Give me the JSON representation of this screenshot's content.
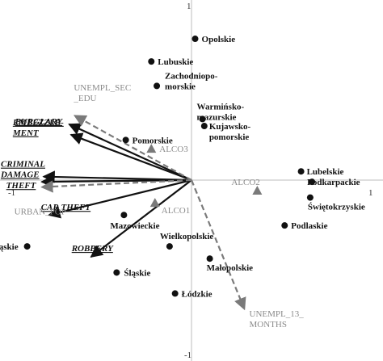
{
  "chart_data": {
    "type": "scatter",
    "title": "",
    "xlabel": "",
    "ylabel": "",
    "xlim": [
      -1,
      1
    ],
    "ylim": [
      -1,
      1
    ],
    "ticks": {
      "x_neg": "-1",
      "x_pos": "1",
      "y_pos": "1",
      "y_neg": "-1"
    },
    "colors": {
      "points": "#111111",
      "vectors": "#111111",
      "gray": "#7a7a7a"
    },
    "points": [
      {
        "label": "Opolskie",
        "x": 0.02,
        "y": 0.81
      },
      {
        "label": "Lubuskie",
        "x": -0.22,
        "y": 0.68
      },
      {
        "label": "Zachodniopo-\nmorskie",
        "x": -0.19,
        "y": 0.54
      },
      {
        "label": "Warmińsko-\nmazurskie",
        "x": 0.06,
        "y": 0.35
      },
      {
        "label": "Kujawsko-\npomorskie",
        "x": 0.07,
        "y": 0.31
      },
      {
        "label": "Pomorskie",
        "x": -0.36,
        "y": 0.23
      },
      {
        "label": "Lubelskie",
        "x": 0.6,
        "y": 0.05
      },
      {
        "label": "Podkarpackie",
        "x": 0.66,
        "y": -0.01
      },
      {
        "label": "Świętokrzyskie",
        "x": 0.65,
        "y": -0.1
      },
      {
        "label": "Podlaskie",
        "x": 0.51,
        "y": -0.26
      },
      {
        "label": "Mazowieckie",
        "x": -0.37,
        "y": -0.2
      },
      {
        "label": "Dolnośląskie",
        "x": -0.9,
        "y": -0.38
      },
      {
        "label": "Śląskie",
        "x": -0.41,
        "y": -0.53
      },
      {
        "label": "Wielkopolskie",
        "x": -0.12,
        "y": -0.38
      },
      {
        "label": "Małopolskie",
        "x": 0.1,
        "y": -0.45
      },
      {
        "label": "Łódzkie",
        "x": -0.09,
        "y": -0.65
      }
    ],
    "vectors": [
      {
        "label": "BURGLARY",
        "x": -0.67,
        "y": 0.32
      },
      {
        "label": "EMBEZZLE-\nMENT",
        "x": -0.66,
        "y": 0.26
      },
      {
        "label": "CRIMINAL\nDAMAGE",
        "x": -0.81,
        "y": 0.02
      },
      {
        "label": "THEFT",
        "x": -0.82,
        "y": -0.01
      },
      {
        "label": "CAR THEFT",
        "x": -0.78,
        "y": -0.2
      },
      {
        "label": "ROBBERY",
        "x": -0.55,
        "y": -0.44
      }
    ],
    "dashed_vectors": [
      {
        "label": "UNEMPL_SEC\n_EDU",
        "x": -0.64,
        "y": 0.37
      },
      {
        "label": "URBAN_POP",
        "x": -0.82,
        "y": -0.04
      },
      {
        "label": "UNEMPL_13_\nMONTHS",
        "x": 0.29,
        "y": -0.74
      }
    ],
    "supplementary_points": [
      {
        "label": "ALCO3",
        "x": -0.22,
        "y": 0.18
      },
      {
        "label": "ALCO2",
        "x": 0.36,
        "y": -0.06
      },
      {
        "label": "ALCO1",
        "x": -0.2,
        "y": -0.13
      }
    ]
  }
}
